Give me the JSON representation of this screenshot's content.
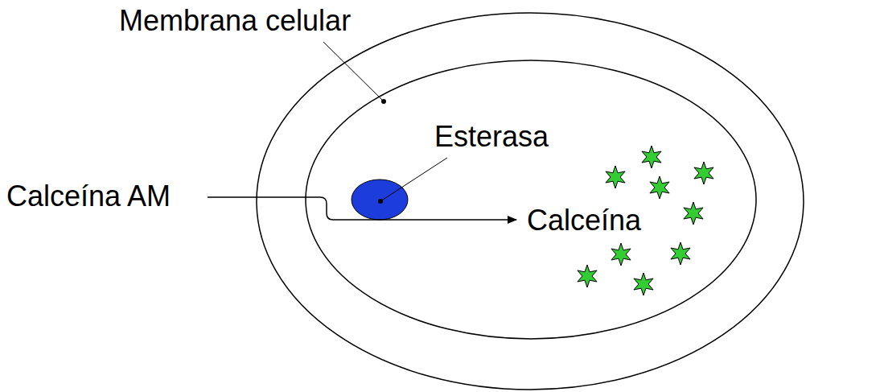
{
  "diagram": {
    "labels": [
      "Membrana celular",
      "Esterasa",
      "Calceína AM",
      "Calceína"
    ]
  }
}
